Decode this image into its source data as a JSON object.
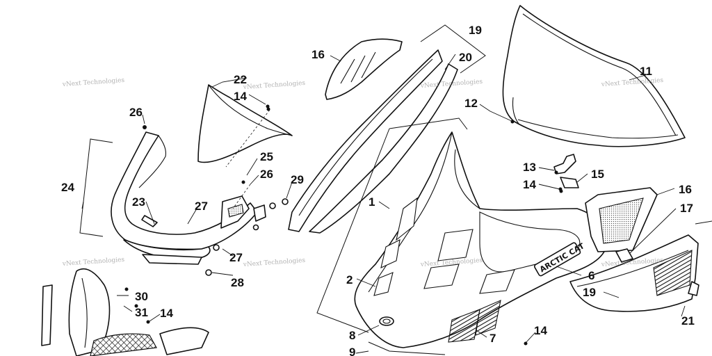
{
  "watermark": "vNext Technologies",
  "logo_text": "ARCTIC CAT",
  "callouts": {
    "c1": "1",
    "c2": "2",
    "c6": "6",
    "c7": "7",
    "c8": "8",
    "c9": "9",
    "c11": "11",
    "c12": "12",
    "c13": "13",
    "c14a": "14",
    "c14b": "14",
    "c14c": "14",
    "c14d": "14",
    "c15": "15",
    "c16a": "16",
    "c16b": "16",
    "c17": "17",
    "c19a": "19",
    "c19b": "19",
    "c20": "20",
    "c21": "21",
    "c22": "22",
    "c23": "23",
    "c24": "24",
    "c25": "25",
    "c26a": "26",
    "c26b": "26",
    "c27a": "27",
    "c27b": "27",
    "c28": "28",
    "c29": "29",
    "c30": "30",
    "c31": "31"
  }
}
